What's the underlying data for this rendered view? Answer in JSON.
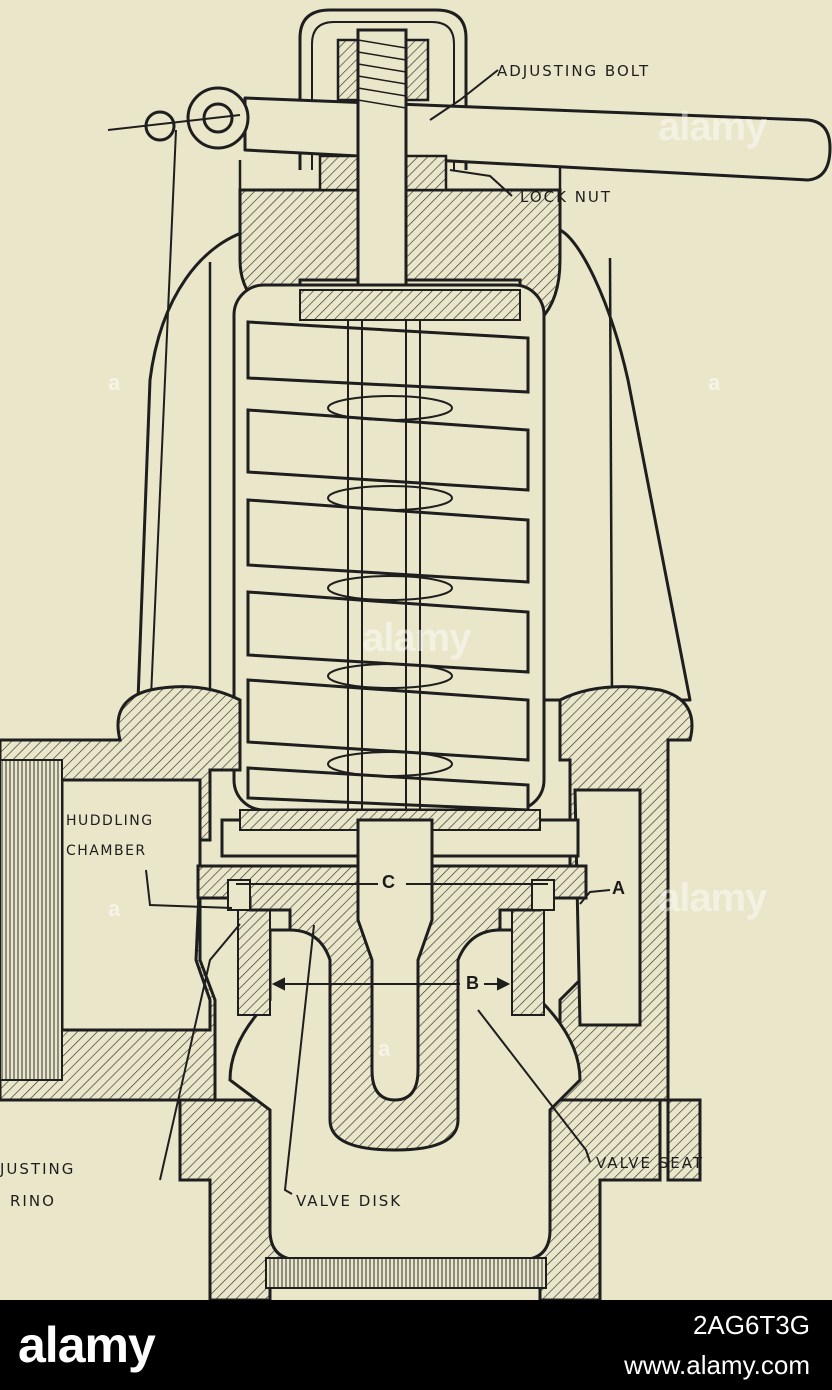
{
  "labels": {
    "adjusting_bolt": "Adjusting Bolt",
    "lock_nut": "Lock Nut",
    "huddling_line1": "Huddling",
    "huddling_line2": "Chamber",
    "adjusting_ring_line1": "justing",
    "adjusting_ring_line2": "Rino",
    "valve_disk": "Valve Disk",
    "valve_seat": "Valve Seat",
    "marker_a": "A",
    "marker_b": "B",
    "marker_c": "C"
  },
  "watermark": {
    "brand": "alamy",
    "mark": "a"
  },
  "footer": {
    "logo": "alamy",
    "image_id": "2AG6T3G",
    "site": "www.alamy.com"
  },
  "colors": {
    "paper": "#e9e6c9",
    "ink": "#1e1e1e",
    "footer_bg": "#000000"
  }
}
